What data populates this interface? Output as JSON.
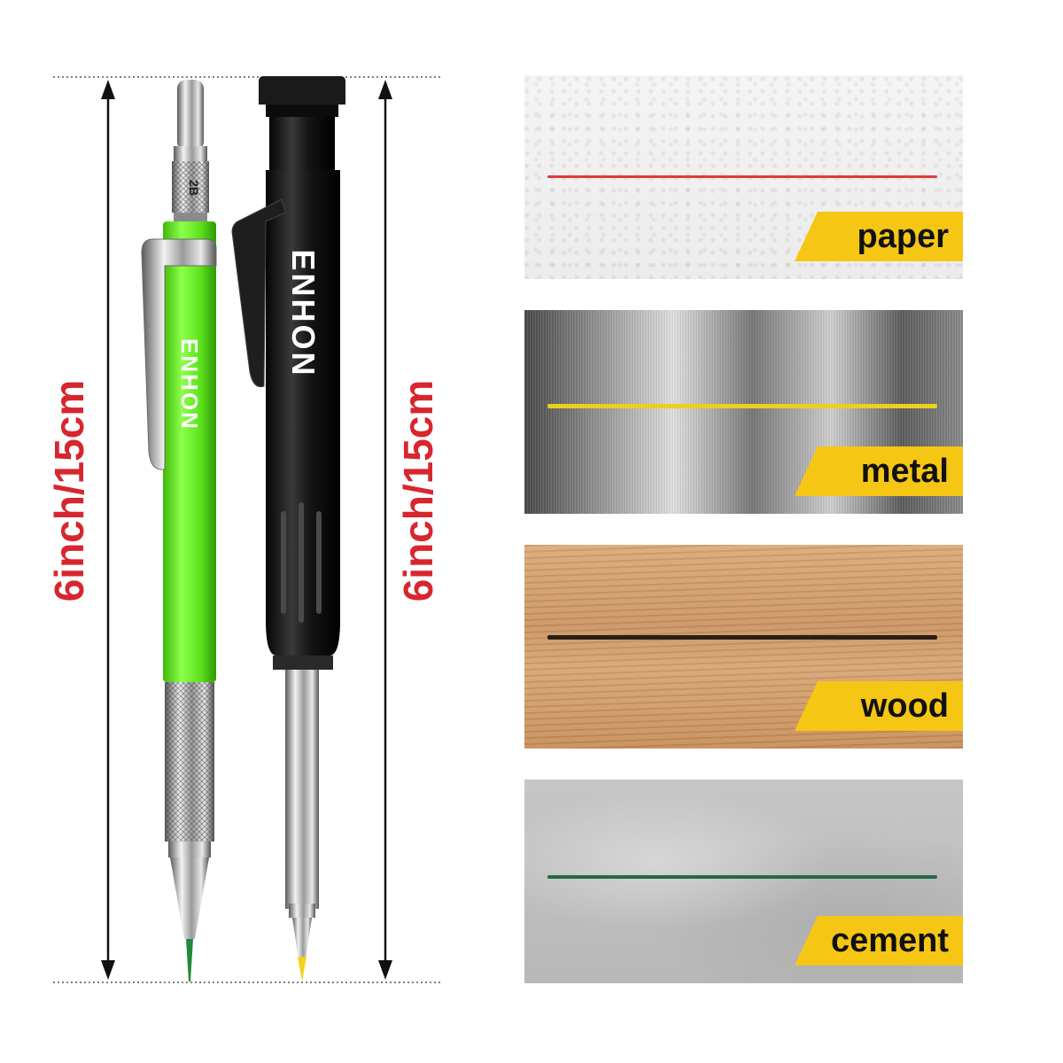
{
  "dimensions": {
    "left_label": "6inch/15cm",
    "right_label": "6inch/15cm",
    "label_color": "#d7262e"
  },
  "pencils": {
    "left_brand": "ENHON",
    "left_grade": "2B",
    "left_body_color": "#5ee21c",
    "right_brand": "ENHON",
    "right_body_color": "#141414"
  },
  "surfaces": [
    {
      "label": "paper",
      "line_color": "#e03b3b"
    },
    {
      "label": "metal",
      "line_color": "#e8d21a"
    },
    {
      "label": "wood",
      "line_color": "#2a1e16"
    },
    {
      "label": "cement",
      "line_color": "#1f6b45"
    }
  ],
  "tag_color": "#f6c614"
}
